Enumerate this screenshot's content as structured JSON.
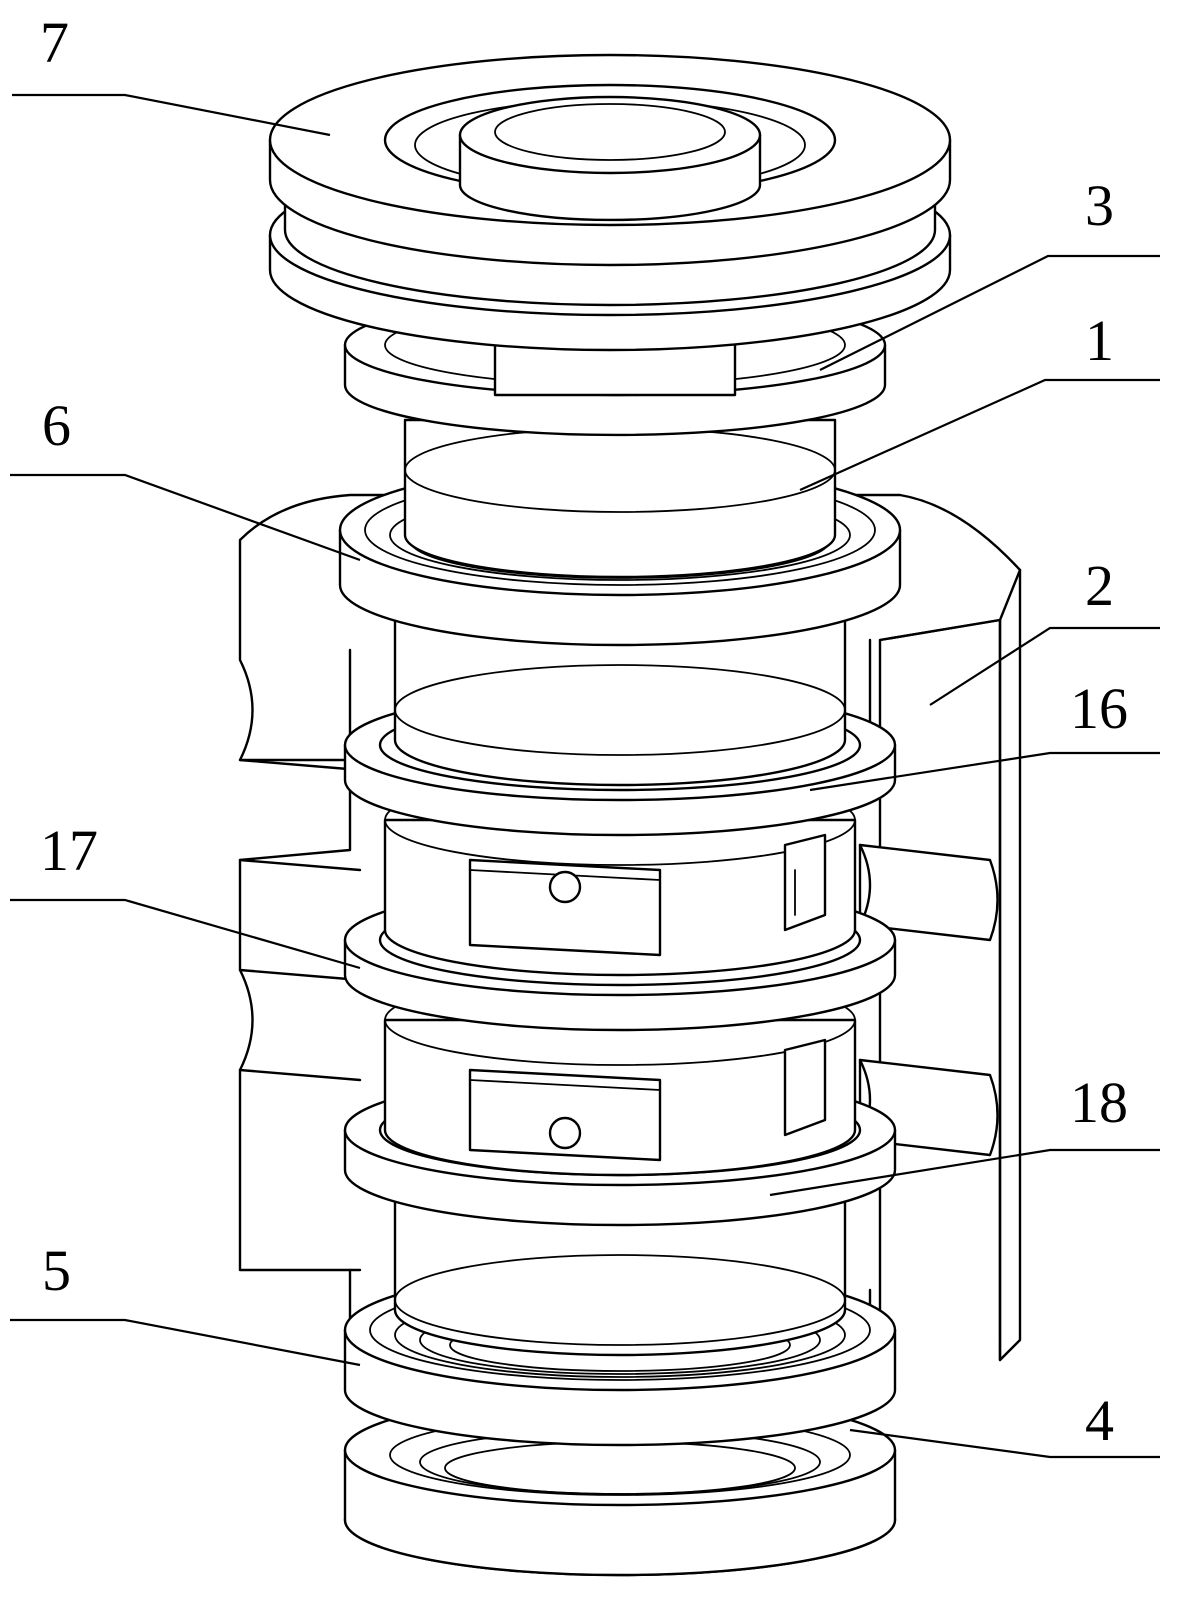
{
  "labels": {
    "part_7": "7",
    "part_3": "3",
    "part_1": "1",
    "part_6": "6",
    "part_2": "2",
    "part_16": "16",
    "part_17": "17",
    "part_18": "18",
    "part_5": "5",
    "part_4": "4"
  }
}
